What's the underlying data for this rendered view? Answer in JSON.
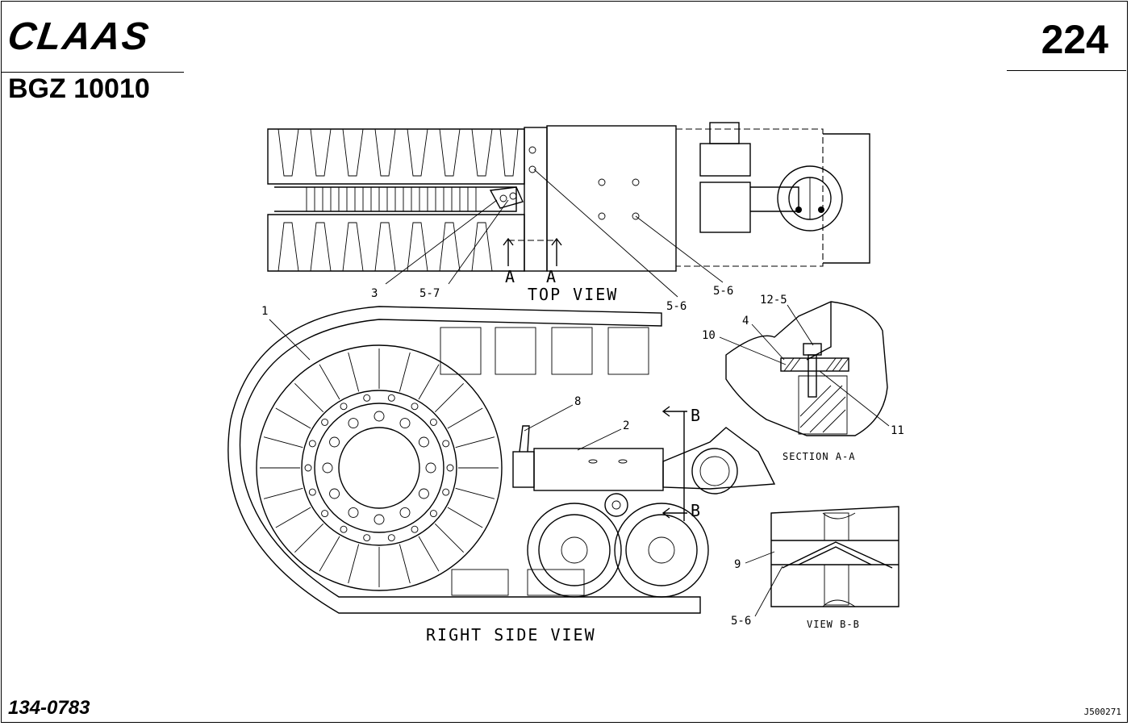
{
  "header": {
    "brand": "CLAAS",
    "model": "BGZ 10010",
    "page_number": "224"
  },
  "footer": {
    "part_number": "134-0783",
    "drawing_reference": "J500271"
  },
  "views": {
    "top_view": "TOP VIEW",
    "right_side_view": "RIGHT SIDE VIEW",
    "section_a": "SECTION A-A",
    "view_b": "VIEW B-B",
    "section_marker_a": "A",
    "section_marker_b": "B"
  },
  "callouts": {
    "c1": "1",
    "c2": "2",
    "c3": "3",
    "c4": "4",
    "c8": "8",
    "c9": "9",
    "c10": "10",
    "c11": "11",
    "c12_5": "12-5",
    "c5_7": "5-7",
    "c5_6": "5-6"
  }
}
